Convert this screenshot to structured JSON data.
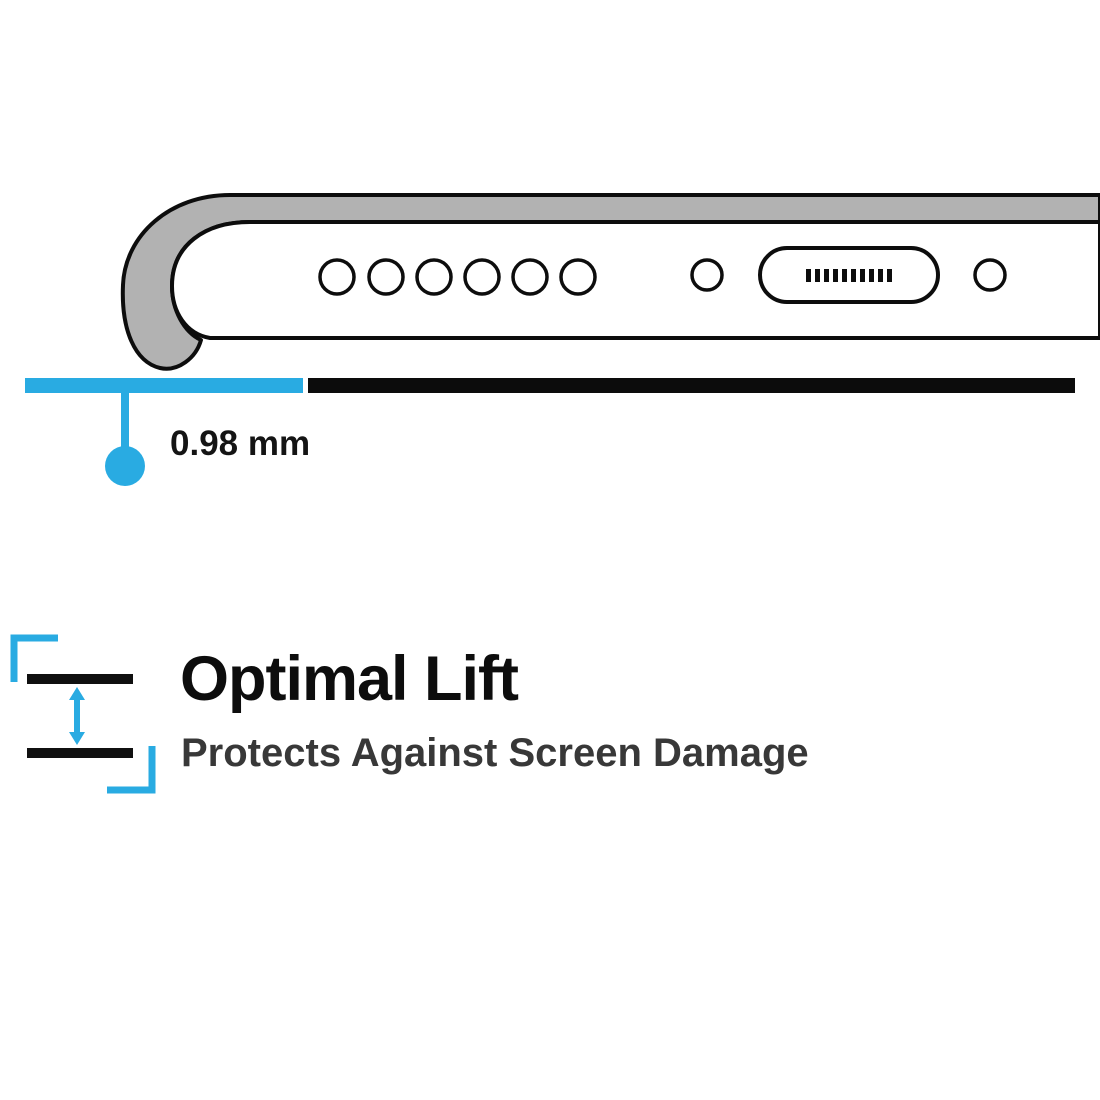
{
  "diagram": {
    "name": "phone-case-cross-section",
    "measurement_label": "0.98 mm"
  },
  "feature": {
    "title": "Optimal Lift",
    "subtitle": "Protects Against Screen Damage"
  },
  "colors": {
    "accent_cyan": "#29ABE2",
    "case_gray": "#B2B2B2",
    "outline_black": "#0D0D0D",
    "subtitle_gray": "#383838"
  },
  "icons": {
    "lift_icon": "double-vertical-arrow-between-lines",
    "phone_icon": "phone-bottom-edge-with-case-lip"
  }
}
